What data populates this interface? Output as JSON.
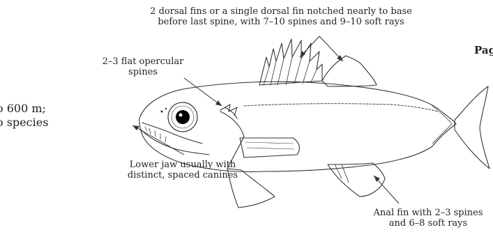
{
  "labels": {
    "dorsal_fin": {
      "line1": "2 dorsal fins or a single dorsal fin notched nearly to base",
      "line2": "before last spine, with 7–10 spines and 9–10 soft rays"
    },
    "opercular": {
      "line1": "2–3 flat opercular",
      "line2": "spines"
    },
    "lower_jaw": {
      "line1": "Lower jaw usually with",
      "line2": "distinct,  spaced canines"
    },
    "anal_fin": {
      "line1": "Anal fin with 2–3 spines",
      "line2": "and 6–8 soft rays"
    }
  },
  "cut_text": {
    "right_edge": "Pag",
    "left_line1": "o 600 m;",
    "left_line2": "o species"
  }
}
